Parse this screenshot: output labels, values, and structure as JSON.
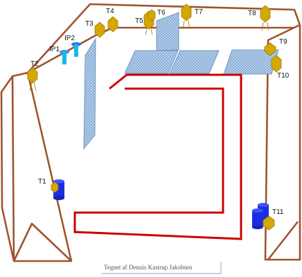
{
  "diagram": {
    "credit": "Tegnet af Dennis Kastrup Jakobsen",
    "labels": {
      "t1": "T1",
      "t2": "T2",
      "t3": "T3",
      "t4": "T4",
      "t5": "T5",
      "t6": "T6",
      "t7": "T7",
      "t8": "T8",
      "t9": "T9",
      "t10": "T10",
      "t11": "T11",
      "ip1": "IP1",
      "ip2": "IP2"
    },
    "colors": {
      "frame": "#a0522d",
      "track": "#cc0000",
      "panel": "#a9c8e8",
      "panel_edge": "#5b86b8",
      "sensor": "#d4a800",
      "sensor_edge": "#9a7a00",
      "cylinder": "#1a2ee0",
      "ip_marker": "#2a9df4"
    },
    "icons": {
      "sensor": "hexagon-sensor-icon",
      "cylinder": "cylinder-icon",
      "ip_marker": "pin-marker-icon"
    }
  }
}
